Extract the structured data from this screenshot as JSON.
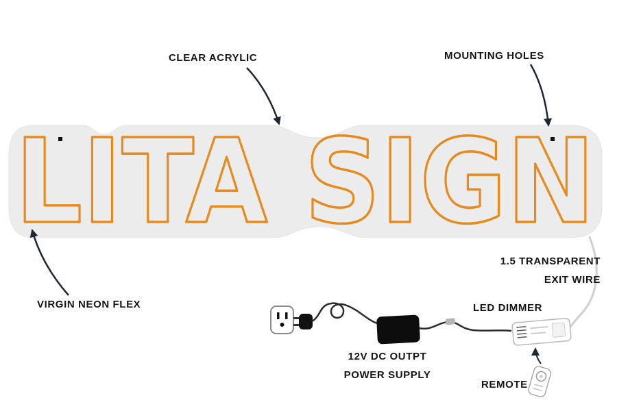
{
  "sign": {
    "text": "LITA SIGN",
    "neon_color": "#E8891A",
    "acrylic_color": "#ECECEC"
  },
  "labels": {
    "clear_acrylic": "CLEAR ACRYLIC",
    "mounting_holes": "MOUNTING HOLES",
    "virgin_neon_flex": "VIRGIN NEON FLEX",
    "exit_wire_line1": "1.5 TRANSPARENT",
    "exit_wire_line2": "EXIT WIRE",
    "led_dimmer": "LED DIMMER",
    "power_supply_line1": "12V DC OUTPT",
    "power_supply_line2": "POWER SUPPLY",
    "remote": "REMOTE"
  },
  "colors": {
    "arrow": "#1C2733",
    "cable": "#2B2B2B",
    "transparent_wire": "#CFCFCF",
    "label_text": "#141414",
    "background": "#FFFFFF"
  }
}
